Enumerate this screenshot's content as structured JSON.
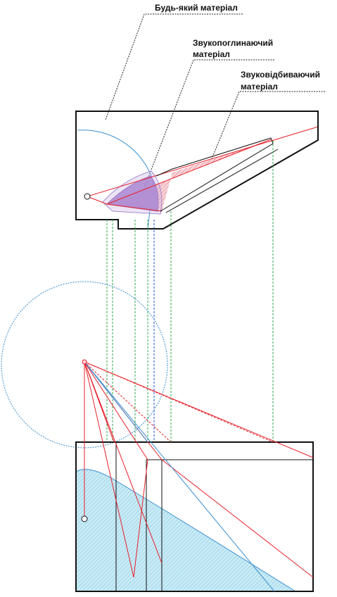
{
  "labels": {
    "any_material": "Будь-який матеріал",
    "absorbing_line1": "Звукопоглинаючий",
    "absorbing_line2": "матеріал",
    "reflecting_line1": "Звуковідбиваючий",
    "reflecting_line2": "матеріал"
  },
  "colors": {
    "outline": "#111111",
    "sound_ray": "#e8202a",
    "sound_coverage": "#3a8fd0",
    "projection_green": "#2aa84a",
    "projection_blue": "#1a4fd0",
    "absorbing_fill": "#9a6fc8",
    "reflecting_fill": "#f3b8c0",
    "floor_fill": "#bfe6f3"
  }
}
